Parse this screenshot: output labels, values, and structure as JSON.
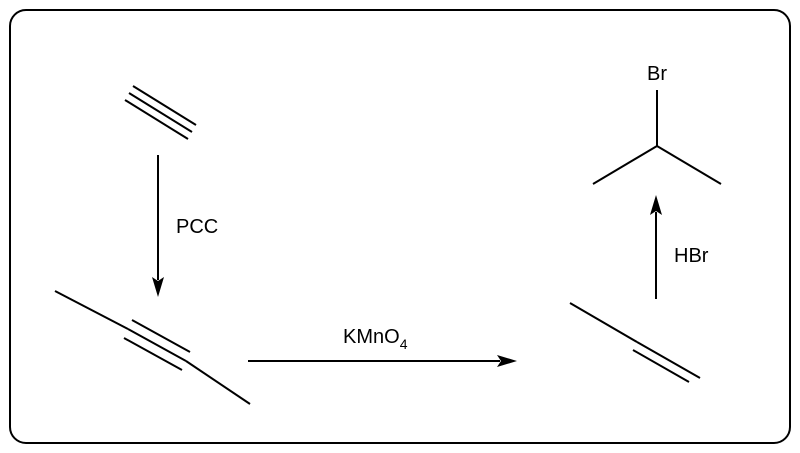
{
  "reagents": {
    "step1": "PCC",
    "step2_main": "KMnO",
    "step2_subscript": "4",
    "step3": "HBr"
  },
  "atoms": {
    "bromine": "Br"
  },
  "colors": {
    "line": "#000000",
    "background": "#ffffff"
  }
}
